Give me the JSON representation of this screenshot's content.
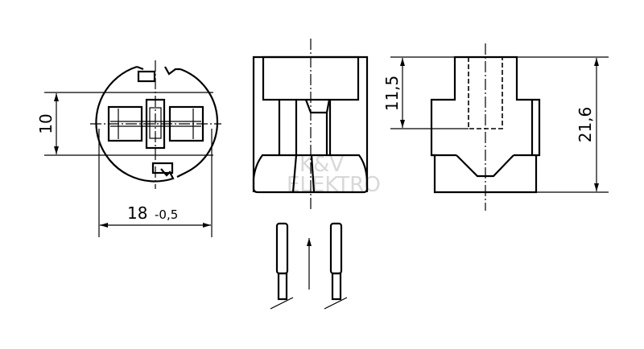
{
  "dimensions": {
    "height_10": "10",
    "width_18": "18",
    "width_tolerance": "-0,5",
    "height_11_5": "11,5",
    "height_21_6": "21,6"
  },
  "watermark": {
    "line1": "K&V",
    "line2": "ELEKTRO"
  },
  "colors": {
    "line": "#000000",
    "watermark": "#d8d8d8"
  }
}
